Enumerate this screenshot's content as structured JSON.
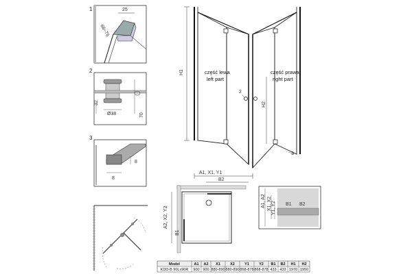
{
  "details": [
    {
      "number": "1",
      "dims": [
        "25",
        "66÷76"
      ]
    },
    {
      "number": "2",
      "dims": [
        "32",
        "70",
        "Ø38"
      ]
    },
    {
      "number": "3",
      "dims": [
        "8",
        "8"
      ]
    }
  ],
  "front": {
    "left_label_pl": "część lewa",
    "left_label_en": "left part",
    "right_label_pl": "część prawa",
    "right_label_en": "right part",
    "h1": "H1",
    "h2": "H2",
    "callout_2": "2",
    "callout_3": "3",
    "a1_label": "A1, X1, Y1",
    "b2_label": "B2"
  },
  "plan": {
    "a2_label": "A2, X2, Y2",
    "b1_label": "B1"
  },
  "section": {
    "label": "A1, A2",
    "sub1": "X1, X2",
    "sub2": "Y1, Y2",
    "b1": "B1",
    "b2": "B2"
  },
  "table": {
    "headers": [
      "Model",
      "A1",
      "A2",
      "X1",
      "X2",
      "Y1",
      "Y2",
      "B1",
      "B2",
      "H1",
      "H2"
    ],
    "row": [
      "KDD-B 90Lx90R",
      "900",
      "900",
      "880-890",
      "880-890",
      "868-878",
      "868-878",
      "433",
      "433",
      "1970",
      "1950"
    ]
  }
}
